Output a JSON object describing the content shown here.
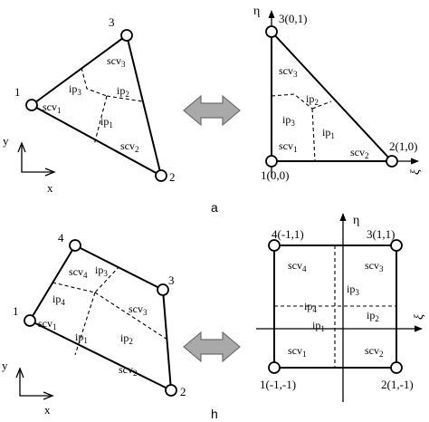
{
  "colors": {
    "line": "#000000",
    "arrow_fill": "#a9a9a9",
    "arrow_stroke": "#6e6e6e",
    "node_fill": "#ffffff"
  },
  "triangle_physical": {
    "node1": "1",
    "node2": "2",
    "node3": "3",
    "scv1": "scv",
    "scv1_sub": "1",
    "scv2": "scv",
    "scv2_sub": "2",
    "scv3": "scv",
    "scv3_sub": "3",
    "ip1": "ip",
    "ip1_sub": "1",
    "ip2": "ip",
    "ip2_sub": "2",
    "ip3": "ip",
    "ip3_sub": "3",
    "axis_y": "y",
    "axis_x": "x"
  },
  "triangle_reference": {
    "node1": "1(0,0)",
    "node2": "2(1,0)",
    "node3": "3(0,1)",
    "scv1": "scv",
    "scv1_sub": "1",
    "scv2": "scv",
    "scv2_sub": "2",
    "scv3": "scv",
    "scv3_sub": "3",
    "ip1": "ip",
    "ip1_sub": "1",
    "ip2": "ip",
    "ip2_sub": "2",
    "ip3": "ip",
    "ip3_sub": "3",
    "axis_eta": "η",
    "axis_xi": "ξ"
  },
  "quad_physical": {
    "node1": "1",
    "node2": "2",
    "node3": "3",
    "node4": "4",
    "scv1": "scv",
    "scv1_sub": "1",
    "scv2": "scv",
    "scv2_sub": "2",
    "scv3": "scv",
    "scv3_sub": "3",
    "scv4": "scv",
    "scv4_sub": "4",
    "ip1": "ip",
    "ip1_sub": "1",
    "ip2": "ip",
    "ip2_sub": "2",
    "ip3": "ip",
    "ip3_sub": "3",
    "ip4": "ip",
    "ip4_sub": "4",
    "axis_y": "y",
    "axis_x": "x"
  },
  "quad_reference": {
    "node1": "1(-1,-1)",
    "node2": "2(1,-1)",
    "node3": "3(1,1)",
    "node4": "4(-1,1)",
    "scv1": "scv",
    "scv1_sub": "1",
    "scv2": "scv",
    "scv2_sub": "2",
    "scv3": "scv",
    "scv3_sub": "3",
    "scv4": "scv",
    "scv4_sub": "4",
    "ip1": "ip",
    "ip1_sub": "1",
    "ip2": "ip",
    "ip2_sub": "2",
    "ip3": "ip",
    "ip3_sub": "3",
    "ip4": "ip",
    "ip4_sub": "4",
    "axis_eta": "η",
    "axis_xi": "ξ"
  },
  "captions": {
    "top": "a",
    "bottom": "h"
  }
}
